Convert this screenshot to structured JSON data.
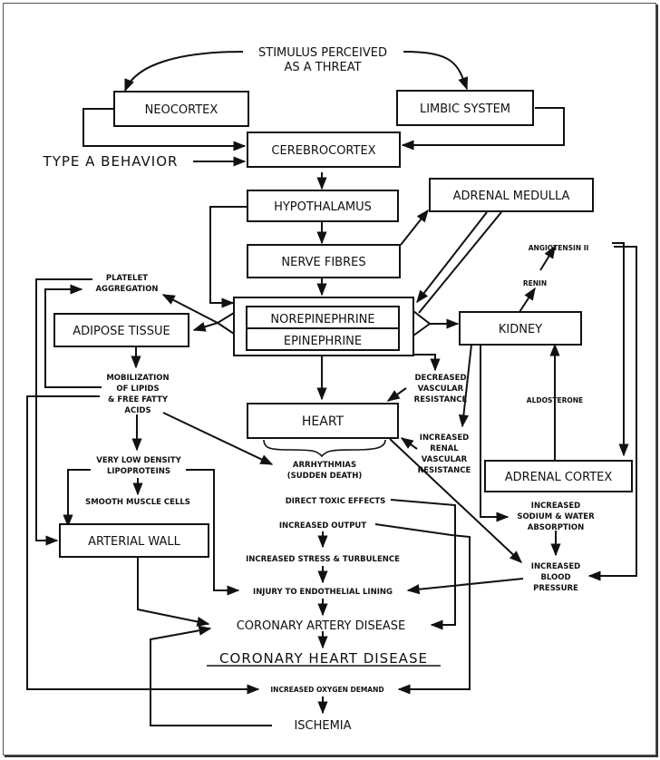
{
  "diagram": {
    "stimulus": [
      "STIMULUS PERCEIVED",
      "AS A THREAT"
    ],
    "neocortex": "NEOCORTEX",
    "limbic": "LIMBIC SYSTEM",
    "type_a": "TYPE A BEHAVIOR",
    "cerebrocortex": "CEREBROCORTEX",
    "hypothalamus": "HYPOTHALAMUS",
    "adrenal_medulla": "ADRENAL MEDULLA",
    "nerve_fibres": "NERVE FIBRES",
    "norepinephrine": "NOREPINEPHRINE",
    "epinephrine": "EPINEPHRINE",
    "platelet": [
      "PLATELET",
      "AGGREGATION"
    ],
    "adipose": "ADIPOSE TISSUE",
    "kidney": "KIDNEY",
    "angiotensin": "ANGIOTENSIN II",
    "renin": "RENIN",
    "aldosterone": "ALDOSTERONE",
    "mobilization": [
      "MOBILIZATION",
      "OF LIPIDS",
      "& FREE FATTY",
      "ACIDS"
    ],
    "decreased_vr": [
      "DECREASED",
      "VASCULAR",
      "RESISTANCE"
    ],
    "heart": "HEART",
    "increased_rvr": [
      "INCREASED",
      "RENAL",
      "VASCULAR",
      "RESISTANCE"
    ],
    "adrenal_cortex": "ADRENAL CORTEX",
    "arrhythmias": [
      "ARRHYTHMIAS",
      "(SUDDEN DEATH)"
    ],
    "vldl": [
      "VERY LOW DENSITY",
      "LIPOPROTEINS"
    ],
    "smooth_muscle": "SMOOTH MUSCLE CELLS",
    "direct_toxic": "DIRECT TOXIC EFFECTS",
    "increased_output": "INCREASED OUTPUT",
    "sodium_water": [
      "INCREASED",
      "SODIUM & WATER",
      "ABSORPTION"
    ],
    "arterial_wall": "ARTERIAL WALL",
    "stress_turbulence": "INCREASED STRESS & TURBULENCE",
    "blood_pressure": [
      "INCREASED",
      "BLOOD",
      "PRESSURE"
    ],
    "injury": "INJURY TO ENDOTHELIAL LINING",
    "cad": "CORONARY ARTERY DISEASE",
    "chd": "CORONARY HEART DISEASE",
    "oxygen_demand": "INCREASED OXYGEN DEMAND",
    "ischemia": "ISCHEMIA"
  }
}
